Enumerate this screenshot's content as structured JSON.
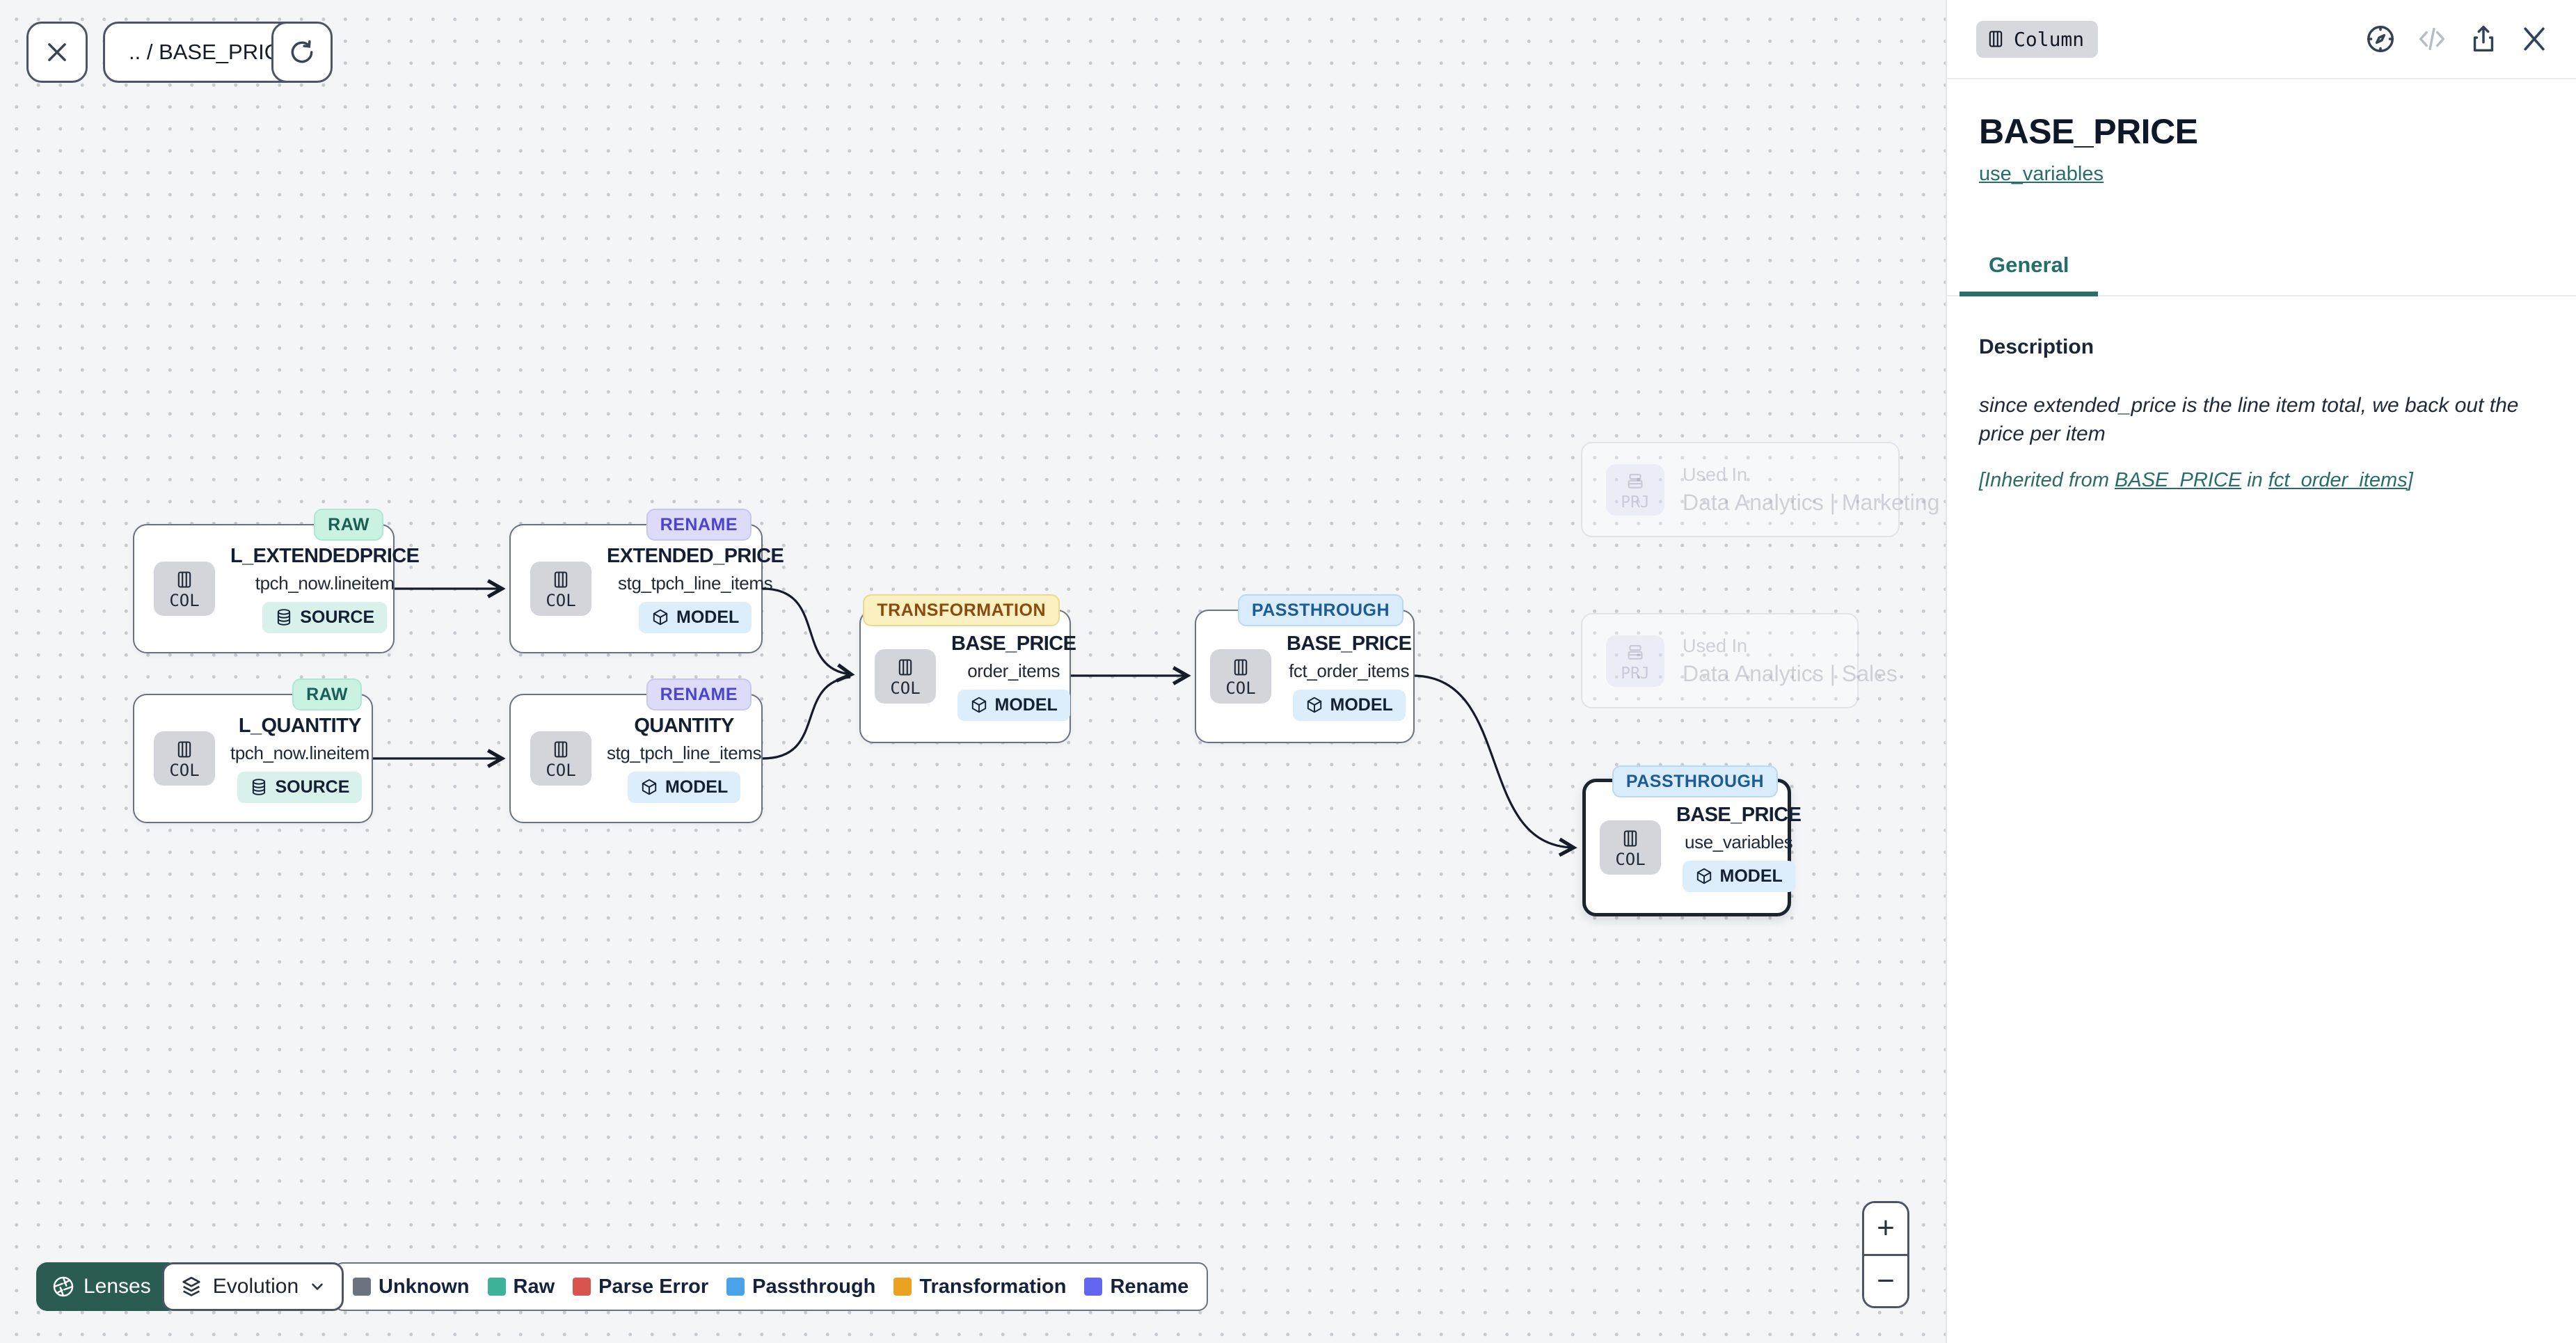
{
  "toolbar": {
    "breadcrumb": ".. / BASE_PRICE"
  },
  "canvas": {
    "nodes": [
      {
        "status": "RAW",
        "kind": "COL",
        "title": "L_EXTENDEDPRICE",
        "subtitle": "tpch_now.lineitem",
        "type": "SOURCE"
      },
      {
        "status": "RENAME",
        "kind": "COL",
        "title": "EXTENDED_PRICE",
        "subtitle": "stg_tpch_line_items",
        "type": "MODEL"
      },
      {
        "status": "RAW",
        "kind": "COL",
        "title": "L_QUANTITY",
        "subtitle": "tpch_now.lineitem",
        "type": "SOURCE"
      },
      {
        "status": "RENAME",
        "kind": "COL",
        "title": "QUANTITY",
        "subtitle": "stg_tpch_line_items",
        "type": "MODEL"
      },
      {
        "status": "TRANSFORMATION",
        "kind": "COL",
        "title": "BASE_PRICE",
        "subtitle": "order_items",
        "type": "MODEL"
      },
      {
        "status": "PASSTHROUGH",
        "kind": "COL",
        "title": "BASE_PRICE",
        "subtitle": "fct_order_items",
        "type": "MODEL"
      },
      {
        "status": "PASSTHROUGH",
        "kind": "COL",
        "title": "BASE_PRICE",
        "subtitle": "use_variables",
        "type": "MODEL",
        "selected": true
      }
    ],
    "used_in": [
      {
        "kind": "PRJ",
        "label": "Used In",
        "name": "Data Analytics | Marketing"
      },
      {
        "kind": "PRJ",
        "label": "Used In",
        "name": "Data Analytics | Sales"
      }
    ]
  },
  "lenses": {
    "label": "Lenses",
    "mode": "Evolution"
  },
  "legend": [
    {
      "label": "Unknown",
      "color": "#6b7280"
    },
    {
      "label": "Raw",
      "color": "#3fb39a"
    },
    {
      "label": "Parse Error",
      "color": "#d9534f"
    },
    {
      "label": "Passthrough",
      "color": "#4aa3e8"
    },
    {
      "label": "Transformation",
      "color": "#eaa221"
    },
    {
      "label": "Rename",
      "color": "#6366f1"
    }
  ],
  "zoom": {
    "in": "+",
    "out": "−"
  },
  "panel": {
    "type_chip": "Column",
    "title": "BASE_PRICE",
    "subtitle_link": "use_variables",
    "tab": "General",
    "description": {
      "heading": "Description",
      "body": "since extended_price is the line item total, we back out the price per item",
      "inherited_prefix": "[Inherited from ",
      "inherited_link1": "BASE_PRICE",
      "inherited_mid": " in ",
      "inherited_link2": "fct_order_items",
      "inherited_suffix": "]"
    },
    "icons": [
      "compass-icon",
      "code-icon",
      "share-icon",
      "close-icon"
    ]
  },
  "colors": {
    "accent_teal": "#266e6a",
    "lenses_bg": "#2b5c52",
    "edge": "#151c28",
    "node_border": "#6a7280",
    "selected_border": "#1b2430",
    "badge_raw_bg": "#c9f2e3",
    "badge_rename_bg": "#dcdcf9",
    "badge_transformation_bg": "#fbf0c0",
    "badge_passthrough_bg": "#d9ecfb"
  }
}
